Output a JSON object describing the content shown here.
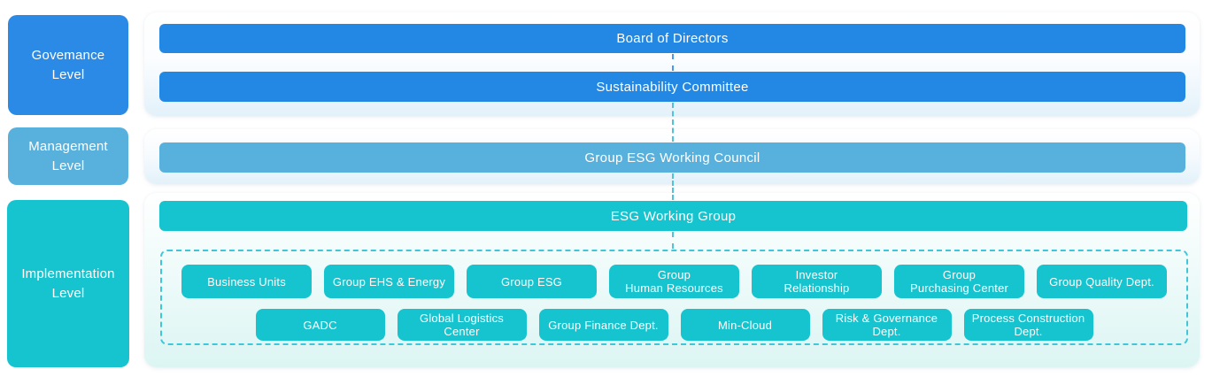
{
  "colors": {
    "governance_blue": "#2388e4",
    "management_light_blue": "#58b0dd",
    "implementation_teal": "#16c4cf",
    "dashed_border_teal": "#3ec7d9",
    "panel_gradient_bottom_blue": "#e3f1fa",
    "panel_gradient_bottom_teal": "#dcf5f3"
  },
  "governance": {
    "label": "Govemance\nLevel",
    "bars": {
      "board": "Board of Directors",
      "sustainability": "Sustainability Committee"
    }
  },
  "management": {
    "label": "Management\nLevel",
    "bars": {
      "council": "Group ESG Working Council"
    }
  },
  "implementation": {
    "label": "Implementation\nLevel",
    "bar": "ESG Working Group",
    "row1": [
      "Business Units",
      "Group EHS & Energy",
      "Group ESG",
      "Group\nHuman Resources",
      "Investor\nRelationship",
      "Group\nPurchasing Center",
      "Group Quality Dept."
    ],
    "row2": [
      "GADC",
      "Global Logistics\nCenter",
      "Group Finance Dept.",
      "Min-Cloud",
      "Risk & Governance\nDept.",
      "Process Construction\nDept."
    ]
  }
}
